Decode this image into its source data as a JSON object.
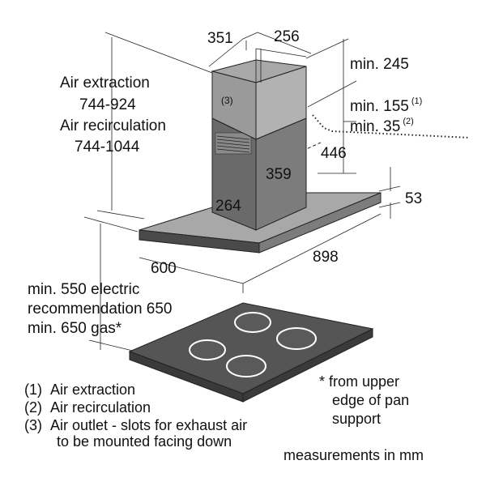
{
  "dimensions": {
    "chimney_width": "351",
    "chimney_depth": "256",
    "min_top": "min. 245",
    "hood_height_extraction_label": "Air extraction",
    "hood_height_extraction": "744-924",
    "hood_height_recirculation_label": "Air recirculation",
    "hood_height_recirculation": "744-1044",
    "min_155": "min. 155",
    "min_155_ref": "(1)",
    "min_35": "min. 35",
    "min_35_ref": "(2)",
    "offset_446": "446",
    "chimney_depth_lower": "359",
    "chimney_width_lower": "264",
    "canopy_thickness": "53",
    "canopy_depth": "600",
    "canopy_width": "898",
    "outlet_marker": "(3)"
  },
  "clearance": {
    "line1": "min. 550 electric",
    "line2": "recommendation 650",
    "line3": "min. 650 gas*"
  },
  "legend": {
    "items": [
      {
        "num": "(1)",
        "text": "Air extraction"
      },
      {
        "num": "(2)",
        "text": "Air recirculation"
      },
      {
        "num": "(3)",
        "text": "Air outlet - slots for exhaust air"
      }
    ],
    "item3_cont": "to be mounted facing down"
  },
  "footnote": {
    "line1": "* from upper",
    "line2": "edge of pan",
    "line3": "support"
  },
  "units_note": "measurements in mm"
}
